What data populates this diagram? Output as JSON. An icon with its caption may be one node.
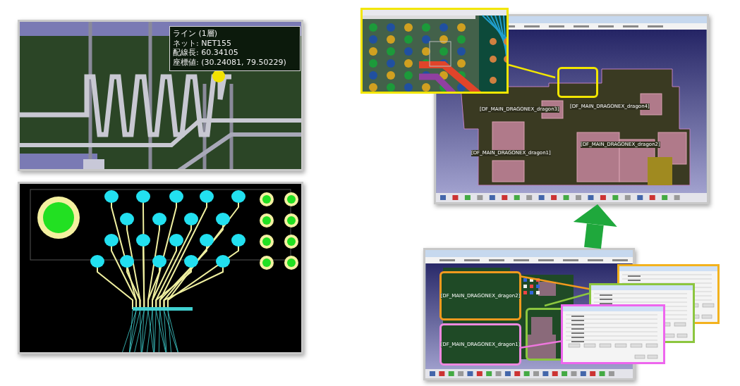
{
  "diagram": {
    "nodes": [
      {
        "text": [],
        "shape": "picture"
      },
      {
        "text": [
          "ライン (1層)",
          "ネット: NET155",
          "配線長: 60.34105",
          "座標値: (30.24081, 79.50229)"
        ],
        "in": 0
      },
      {
        "text": [],
        "shape": "picture"
      },
      {
        "text": [],
        "shape": "picture"
      },
      {
        "text": [],
        "shape": "box",
        "in": 3
      },
      {
        "text": [],
        "shape": "picture"
      },
      {
        "text": [],
        "shape": "picture"
      },
      {
        "text": [
          "[DF_MAIN_DRAGONEX_dragon2]"
        ],
        "in": 6
      },
      {
        "text": [
          "[DF_MAIN_DRAGONEX_dragon1]"
        ],
        "in": 6
      },
      {
        "text": [],
        "shape": "box",
        "in": 6
      },
      {
        "text": [],
        "shape": "picture"
      },
      {
        "text": [],
        "shape": "picture"
      },
      {
        "text": [],
        "shape": "picture"
      }
    ],
    "edges": [
      {
        "from": 6,
        "to": 3,
        "arrow": "to",
        "style": "thick",
        "color": "#1fa83c"
      },
      {
        "from": 4,
        "to": 5,
        "arrow": "none",
        "color": "#f2e600"
      },
      {
        "from": 7,
        "to": 10,
        "arrow": "none",
        "color": "#f39a1e"
      },
      {
        "from": 9,
        "to": 11,
        "arrow": "none",
        "color": "#8cc63f"
      },
      {
        "from": 8,
        "to": 12,
        "arrow": "none",
        "color": "#ee77dd"
      }
    ],
    "labels": [
      "[DF_MAIN_DRAGONEX_dragon3]",
      "[DF_MAIN_DRAGONEX_dragon4]",
      "[DF_MAIN_DRAGONEX_dragon1]",
      "[DF_MAIN_DRAGONEX_dragon2]"
    ]
  }
}
